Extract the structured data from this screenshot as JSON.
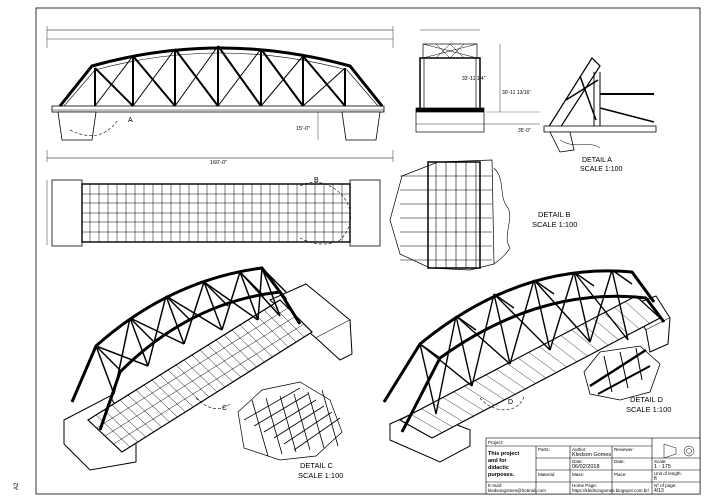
{
  "sheet": {
    "size_label": "A2"
  },
  "elevation": {
    "total_length": "160'-0\"",
    "clearance": "15'-0\"",
    "callout_a": "A"
  },
  "end_view": {
    "dim_height_1": "33'-11 1/4\"",
    "dim_height_2": "30'-11 13/16\"",
    "dim_width": "35'-0\""
  },
  "plan": {
    "callout_b": "B"
  },
  "details": {
    "a_title": "DETAIL  A",
    "a_scale": "SCALE 1:100",
    "b_title": "DETAIL  B",
    "b_scale": "SCALE 1:100",
    "c_title": "DETAIL  C",
    "c_scale": "SCALE 1:100",
    "c_callout": "C",
    "d_title": "DETAIL  D",
    "d_scale": "SCALE 1:100",
    "d_callout": "D"
  },
  "title_block": {
    "project_label": "Project:",
    "project_note": "This project and for didactic purposes.",
    "parts_label": "Parts:",
    "author_label": "Author:",
    "author": "Kledson Gomes",
    "reviewer_label": "Reviewer:",
    "date_label": "Date:",
    "date": "06/02/2018",
    "date2_label": "Date:",
    "scale_label": "Scale:",
    "scale": "1 : 175",
    "material_label": "Material:",
    "mass_label": "Mass:",
    "place_label": "Place:",
    "unit_label": "Unit of length:",
    "unit": "ft",
    "email_label": "E-mail:",
    "email": "kledsongomes@hotmail.com",
    "home_label": "Home Page:",
    "home": "https://kledsongomes.blogspot.com.br/",
    "page_label": "Nº of page:",
    "page": "4/13"
  }
}
